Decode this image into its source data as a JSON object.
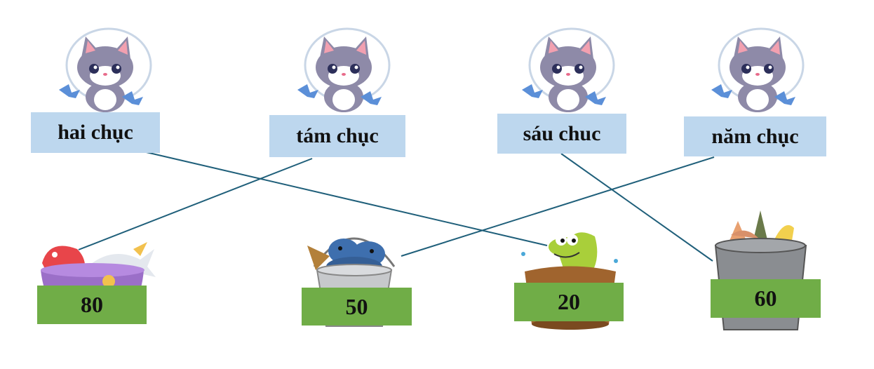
{
  "words": [
    "hai chục",
    "tám chục",
    "sáu chuc",
    "năm chục"
  ],
  "numbers": [
    "80",
    "50",
    "20",
    "60"
  ],
  "colors": {
    "word_box": "#bdd7ee",
    "number_box": "#70ad47",
    "line": "#1f5f7a"
  }
}
